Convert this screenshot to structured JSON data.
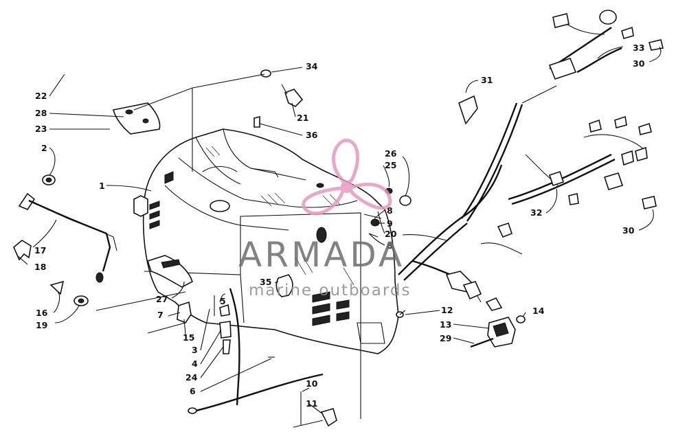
{
  "watermark": {
    "title": "ARMADA",
    "subtitle": "marine outboards",
    "logo_color": "#e39ac0"
  },
  "callouts": [
    "1",
    "2",
    "3",
    "4",
    "5",
    "6",
    "7",
    "8",
    "8",
    "9",
    "10",
    "11",
    "12",
    "13",
    "14",
    "15",
    "16",
    "17",
    "18",
    "19",
    "20",
    "21",
    "22",
    "23",
    "24",
    "25",
    "26",
    "27",
    "28",
    "29",
    "30",
    "30",
    "31",
    "32",
    "33",
    "34",
    "35",
    "36"
  ]
}
